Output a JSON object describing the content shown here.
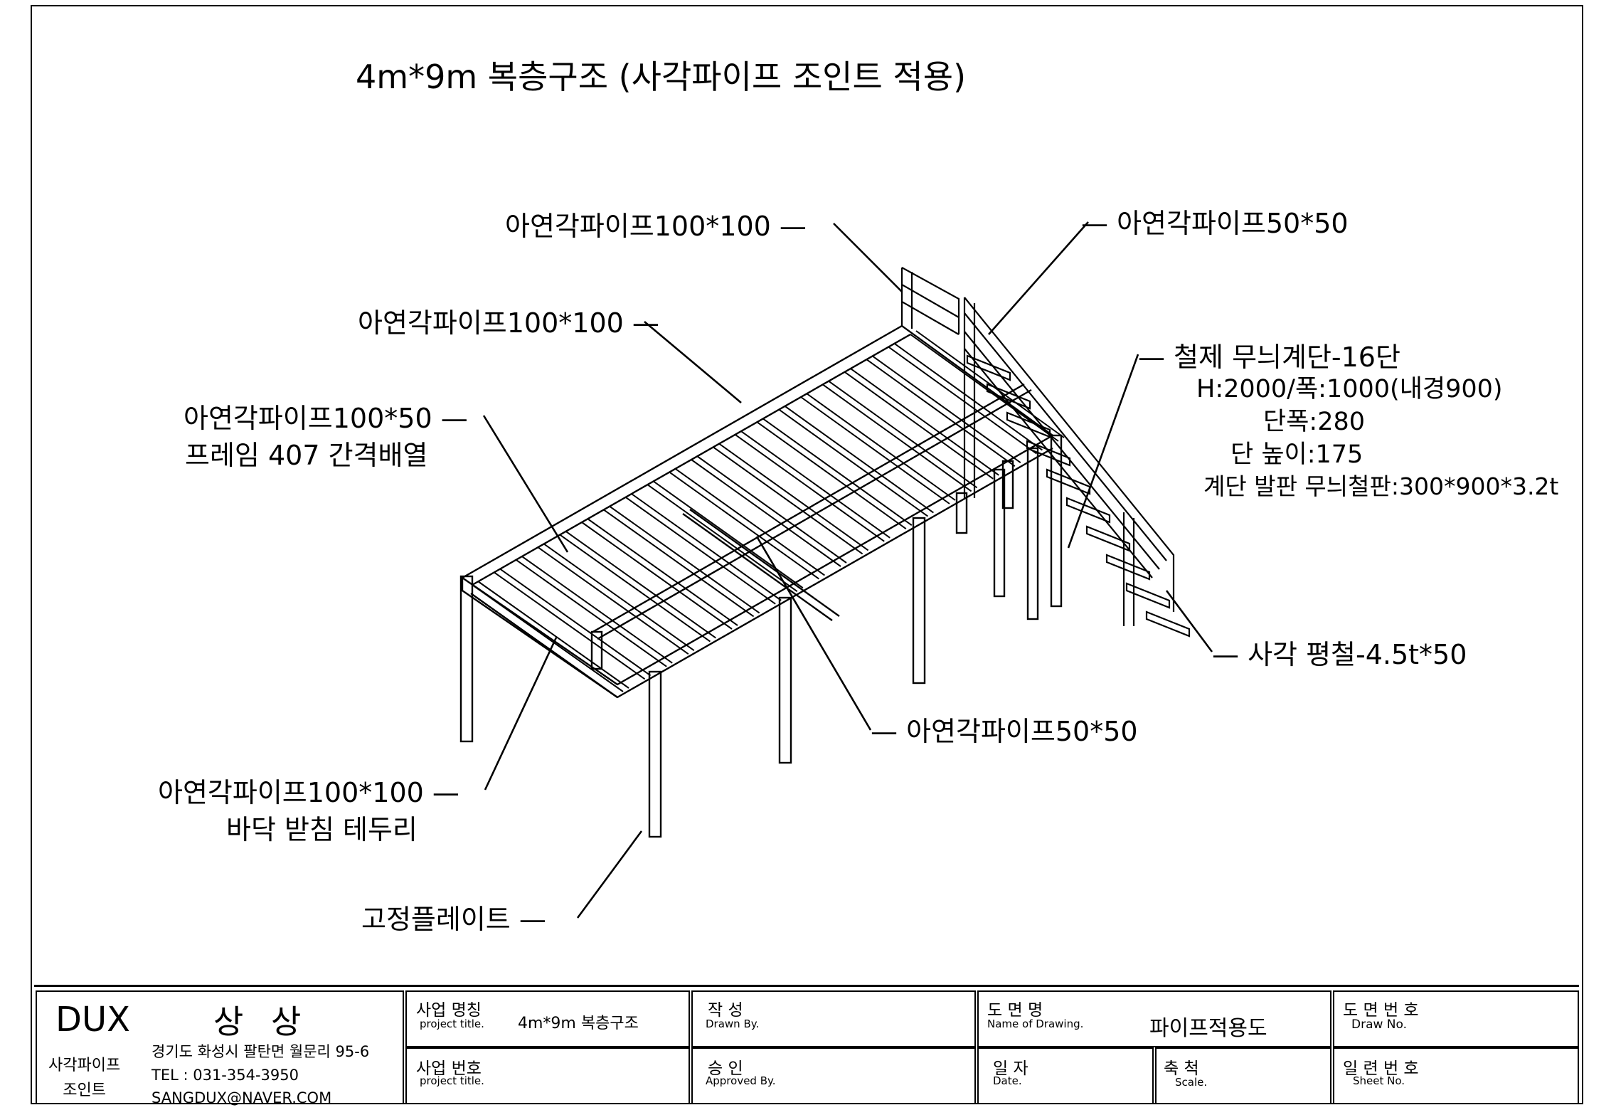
{
  "title": "4m*9m 복층구조 (사각파이프 조인트 적용)",
  "labels": {
    "pipe100_top": "아연각파이프100*100 —",
    "pipe100_mid": "아연각파이프100*100 —",
    "pipe100x50": "아연각파이프100*50 —",
    "frame_spacing": "프레임 407 간격배열",
    "pipe100_bottom": "아연각파이프100*100 —",
    "floor_edge": "바닥 받침 테두리",
    "fixing_plate": "고정플레이트 —",
    "pipe50_right": "— 아연각파이프50*50",
    "stair_title": "— 철제 무늬계단-16단",
    "stair_dims": "H:2000/폭:1000(내경900)",
    "stair_tread": "단폭:280",
    "stair_rise": "단 높이:175",
    "stair_plate": "계단 발판 무늬철판:300*900*3.2t",
    "flat_bar": "— 사각 평철-4.5t*50",
    "pipe50_center": "— 아연각파이프50*50"
  },
  "title_block": {
    "company": "DUX",
    "brand": "상 상",
    "product_line1": "사각파이프",
    "product_line2": "조인트",
    "address": "경기도 화성시 팔탄면 월문리 95-6",
    "tel": "TEL : 031-354-3950",
    "email": "SANGDUX@NAVER.COM",
    "project_name_ko": "사업 명칭",
    "project_name_en": "project title.",
    "project_name_value": "4m*9m 복층구조",
    "project_no_ko": "사업 번호",
    "project_no_en": "project title.",
    "drawn_ko": "작    성",
    "drawn_en": "Drawn By.",
    "approved_ko": "승    인",
    "approved_en": "Approved By.",
    "drawing_name_ko": "도  면  명",
    "drawing_name_en": "Name of Drawing.",
    "drawing_name_value": "파이프적용도",
    "date_ko": "일  자",
    "date_en": "Date.",
    "scale_ko": "축  척",
    "scale_en": "Scale.",
    "draw_no_ko": "도 면 번 호",
    "draw_no_en": "Draw No.",
    "sheet_no_ko": "일 련 번 호",
    "sheet_no_en": "Sheet No."
  }
}
